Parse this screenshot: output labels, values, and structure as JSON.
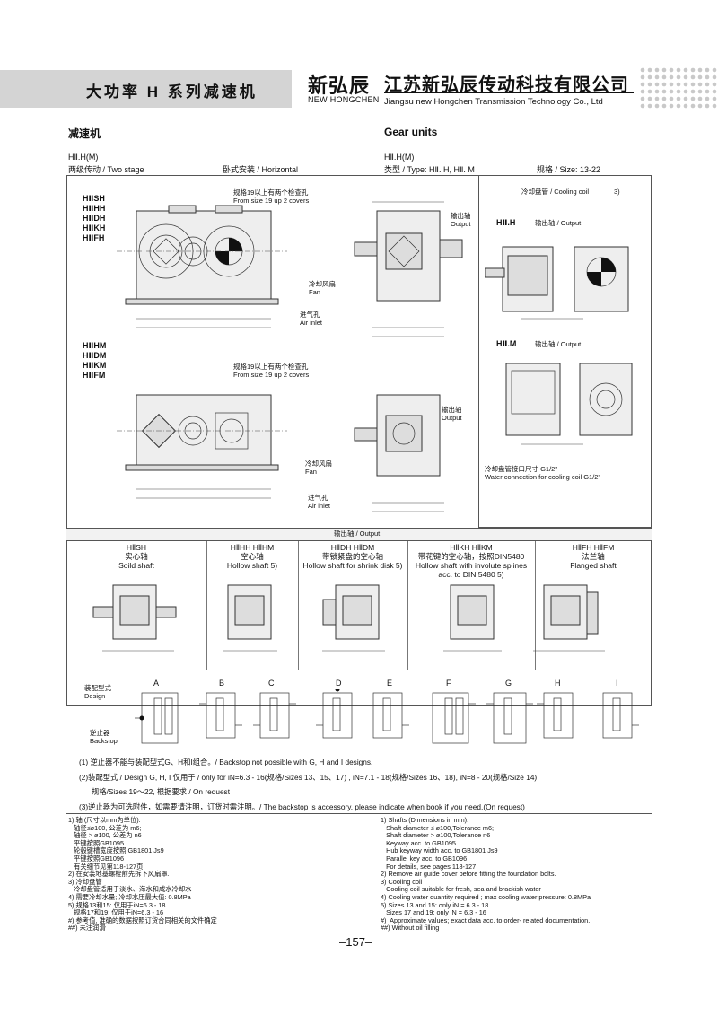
{
  "header": {
    "title": "大功率 H 系列减速机",
    "logo_cn": "新弘辰",
    "logo_en": "NEW HONGCHEN",
    "company_cn": "江苏新弘辰传动科技有限公司",
    "company_en": "Jiangsu new Hongchen Transmission Technology Co., Ltd"
  },
  "section": {
    "cn": "减速机",
    "en": "Gear units"
  },
  "left_meta": {
    "model": "HⅡ.H(M)",
    "stage": "两级传动 / Two stage",
    "mount": "卧式安装 / Horizontal"
  },
  "right_meta": {
    "model": "HⅡ.H(M)",
    "type": "类型 / Type:   HⅡ. H,   HⅡ. M",
    "size": "规格 / Size: 13-22"
  },
  "top_views": {
    "variants_h": [
      "HⅡSH",
      "HⅡHH",
      "HⅡDH",
      "HⅡKH",
      "HⅡFH"
    ],
    "variants_m": [
      "HⅡHM",
      "HⅡDM",
      "HⅡKM",
      "HⅡFM"
    ],
    "cover_note_cn": "规格19以上有两个检查孔",
    "cover_note_en": "From size 19 up 2 covers",
    "fan_cn": "冷却风扇",
    "fan_en": "Fan",
    "air_cn": "进气孔",
    "air_en": "Air inlet",
    "output_cn": "输出轴",
    "output_en": "Output",
    "cooling_title": "冷却盘管 / Cooling coil",
    "cooling_ref": "3)",
    "h_label": "HⅡ.H",
    "m_label": "HⅡ.M",
    "output_short": "输出轴 / Output",
    "water_cn": "冷却盘管接口尺寸 G1/2\"",
    "water_en": "Water connection for cooling coil G1/2\""
  },
  "output_bar": "输出轴 / Output",
  "output_cells": [
    {
      "codes": "HⅡSH",
      "cn": "实心轴",
      "en": "Soild shaft"
    },
    {
      "codes": "HⅡHH    HⅡHM",
      "cn": "空心轴",
      "en": "Hollow shaft 5)"
    },
    {
      "codes": "HⅡDH    HⅡDM",
      "cn": "带锁紧盘的空心轴",
      "en": "Hollow shaft for shrink disk 5)"
    },
    {
      "codes": "HⅡKH    HⅡKM",
      "cn": "带花键的空心轴，按照DIN5480",
      "en": "Hollow shaft with involute splines acc. to DIN 5480  5)"
    },
    {
      "codes": "HⅡFH    HⅡFM",
      "cn": "法兰轴",
      "en": "Flanged shaft"
    }
  ],
  "design": {
    "label_cn": "装配型式",
    "label_en": "Design",
    "backstop_cn": "逆止器",
    "backstop_en": "Backstop",
    "letters": [
      "A",
      "B",
      "C",
      "D",
      "E",
      "F",
      "G",
      "H",
      "I"
    ]
  },
  "notes": [
    "(1) 逆止器不能与装配型式G、H和I组合。/ Backstop not possible with G, H and I designs.",
    "(2)装配型式 / Design  G, H, I 仅用于 / only for  iN=6.3 - 16(规格/Sizes 13、15、17) , iN=7.1 - 18(规格/Sizes 16、18), iN=8 - 20(规格/Size 14)",
    "规格/Sizes 19～22, 根据要求 / On request",
    "(3)逆止器为可选附件，如需要请注明，订货时需注明。/ The backstop is accessory, please indicate when book if you need,(On request)"
  ],
  "footnotes_cn": "1) 轴 (尺寸以mm为单位):\n   轴径≤ø100, 公差为 m6;\n   轴径 > ø100, 公差为 n6\n   平键按照GB1095\n   轮毂键槽宽度按照 GB1801 Js9\n   平键按照GB1096\n   有关细节见第118-127页\n2) 在安装地基螺栓前先拆下风扇罩.\n3) 冷却盘管\n   冷却盘管适用于淡水、海水和咸水冷却水\n4) 需要冷却水量; 冷却水压最大值: 0.8MPa\n5) 规格13和15: 仅用于iN=6.3 - 18\n   规格17和19: 仅用于iN=6.3 - 16\n#) 参考值, 准确的数据按照订货合同相关的文件确定\n##) 未注润滑",
  "footnotes_en": "1) Shafts (Dimensions in mm):\n   Shaft diameter ≤ ø100,Tolerance m6;\n   Shaft diameter > ø100,Tolerance n6\n   Keyway acc. to GB1095\n   Hub keyway width acc. to GB1801 Js9\n   Parallel key acc. to GB1096\n   For details, see pages 118-127\n2) Remove air guide cover before fitting the foundation bolts.\n3) Cooling coil\n   Cooling coil suitable for fresh, sea and brackish water\n4) Cooling water quantity required ; max cooling water pressure: 0.8MPa\n5) Sizes 13 and 15: only iN = 6.3 - 18\n   Sizes 17 and 19: only iN = 6.3 - 16\n#)  Approximate values; exact data acc. to order- related documentation.\n##) Without oil filling",
  "page_number": "–157–"
}
